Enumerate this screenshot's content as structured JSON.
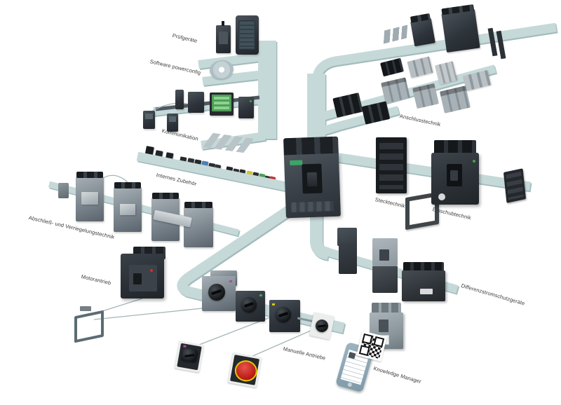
{
  "diagram": {
    "labels": {
      "pruefgeraete": "Prüfgeräte",
      "software_powerconfig": "Software powerconfig",
      "kommunikation": "Kommunikation",
      "internes_zubehoer": "Internes Zubehör",
      "anschlusstechnik": "Anschlusstechnik",
      "stecktechnik": "Stecktechnik",
      "einschubtechnik": "Einschubtechnik",
      "abschliess_verriegelung": "Abschließ- und Verriegelungstechnik",
      "motorantrieb": "Motorantrieb",
      "manuelle_antriebe": "Manuelle Antriebe",
      "differenzstromschutzgeraete": "Differenzstromschutzgeräte",
      "knowledge_manager": "Knowledge Manager"
    },
    "colors": {
      "background": "#ffffff",
      "rail": "#c6d9d9",
      "rail_shadow": "#a3bcbd",
      "label_text": "#3b3b3b",
      "breaker_dark": "#2e343b",
      "accent_green": "#3da468",
      "meter_green": "#4d9e57",
      "module_blue": "#4a7fb5",
      "module_yellow": "#d3c51d",
      "module_green": "#49a04f",
      "module_red": "#c23434",
      "emergency_red": "#d42420",
      "emergency_yellow": "#e7cb00"
    }
  }
}
